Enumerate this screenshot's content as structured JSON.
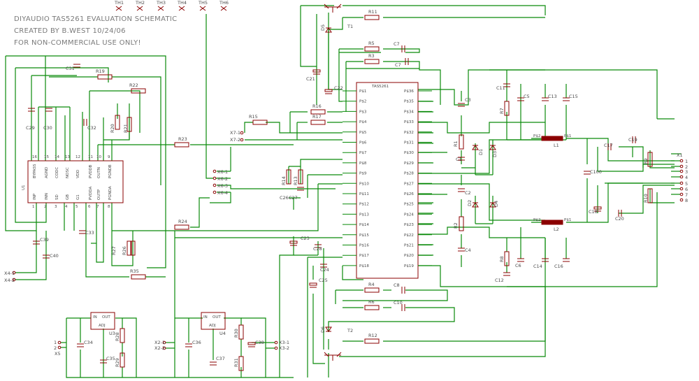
{
  "header": {
    "line1": "DIYAUDIO TAS5261 EVALUATION SCHEMATIC",
    "line2": "CREATED BY B.WEST 10/24/06",
    "line3": "FOR NON-COMMERCIAL USE ONLY!"
  },
  "colors": {
    "wire": "#0a8a0a",
    "part": "#8b0000",
    "text": "#4a4a4a",
    "header": "#7a7a7a"
  },
  "testpoints": [
    "TH1",
    "TH2",
    "TH3",
    "TH4",
    "TH5",
    "TH6"
  ],
  "ic_main": {
    "name": "TAS5261",
    "left_pins": [
      "P$1",
      "P$2",
      "P$3",
      "P$4",
      "P$5",
      "P$6",
      "P$7",
      "P$8",
      "P$9",
      "P$10",
      "P$11",
      "P$12",
      "P$13",
      "P$14",
      "P$15",
      "P$16",
      "P$17",
      "P$18"
    ],
    "right_pins": [
      "P$36",
      "P$35",
      "P$34",
      "P$33",
      "P$32",
      "P$31",
      "P$30",
      "P$29",
      "P$28",
      "P$27",
      "P$26",
      "P$25",
      "P$24",
      "P$23",
      "P$22",
      "P$21",
      "P$20",
      "P$19"
    ]
  },
  "ic_input": {
    "name": "U1",
    "top_pins": [
      "BYPASS",
      "AGND",
      "CODC",
      "NOSC",
      "VDD",
      "PVDDB",
      "OUTN",
      "PGNDB"
    ],
    "top_nums": [
      "16",
      "15",
      "14",
      "13",
      "12",
      "11",
      "10",
      "9"
    ],
    "bottom_pins": [
      "INP",
      "INN",
      "SD",
      "GB",
      "G1",
      "PVDDA",
      "OUTP",
      "PGNDA"
    ],
    "bottom_nums": [
      "1",
      "2",
      "3",
      "4",
      "5",
      "6",
      "7",
      "8"
    ]
  },
  "regulators": [
    {
      "name": "U3",
      "in": "IN",
      "out": "OUT",
      "adj": "ADJ"
    },
    {
      "name": "U4",
      "in": "IN",
      "out": "OUT",
      "adj": "ADJ"
    }
  ],
  "connectors": [
    "X7-1",
    "X7-2",
    "X6-1",
    "X6-2",
    "X6-3",
    "X6-4",
    "X4-1",
    "X4-2",
    "X2-1",
    "X2-2",
    "X3-1",
    "X3-2",
    "X5",
    "X1",
    "1",
    "2",
    "3",
    "4",
    "5",
    "6",
    "7",
    "8"
  ],
  "components": {
    "resistors": [
      "R19",
      "R22",
      "R21",
      "R20",
      "R23",
      "R24",
      "R15",
      "R16",
      "R17",
      "R5",
      "R3",
      "R11",
      "R14",
      "R13",
      "R35",
      "R27",
      "R26",
      "R1",
      "R2",
      "R4",
      "R6",
      "R12",
      "R7",
      "R8",
      "R9",
      "R10",
      "R28",
      "R29",
      "R30",
      "R31"
    ],
    "capacitors": [
      "C31",
      "C29",
      "C30",
      "C32",
      "C33",
      "C39",
      "C40",
      "C21",
      "C22",
      "C23",
      "C26",
      "C27",
      "C28",
      "C25",
      "C24",
      "C3",
      "C1",
      "C2",
      "C4",
      "C5",
      "C13",
      "C15",
      "C11",
      "C17",
      "C19",
      "C100",
      "C18",
      "C20",
      "C6",
      "C14",
      "C16",
      "C12",
      "C7",
      "C8",
      "C10",
      "C34",
      "C35",
      "C36",
      "C37",
      "C38"
    ],
    "inductors": [
      "L1",
      "L2"
    ],
    "diodes": [
      "D1",
      "D2",
      "D3",
      "D4",
      "D5",
      "D6"
    ],
    "transistors": [
      "T1",
      "T2"
    ],
    "inductor_pins": [
      "P$2",
      "P$1",
      "P$2",
      "P$1"
    ]
  }
}
